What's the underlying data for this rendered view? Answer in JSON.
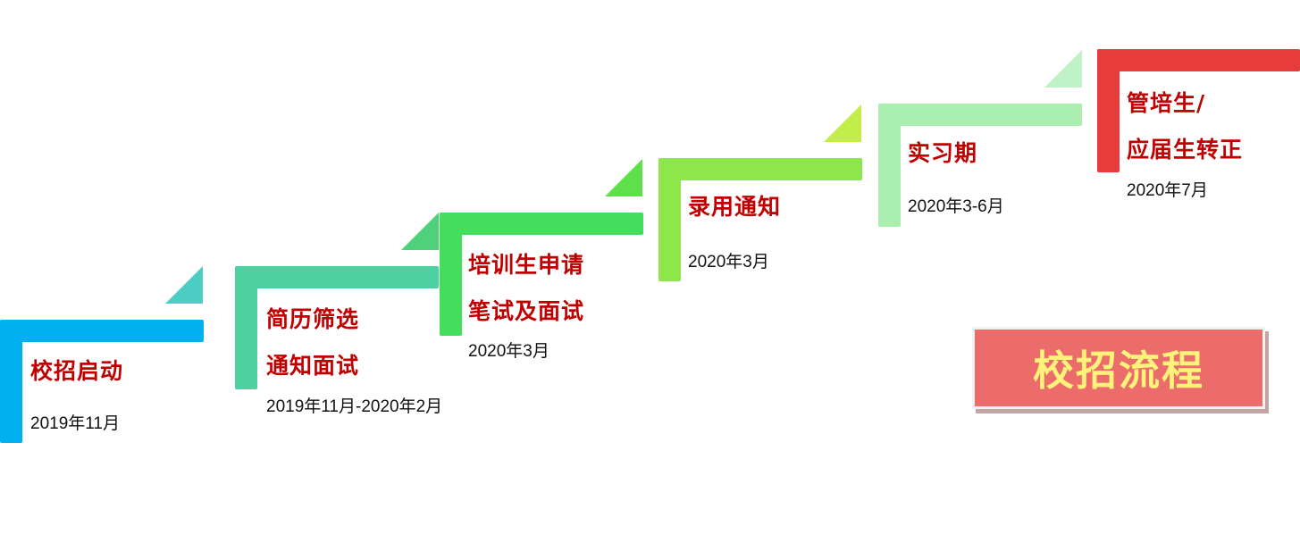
{
  "title": "校招流程",
  "colors": {
    "label_text": "#c00000",
    "title_box": "#ec6b6b",
    "title_text": "#fff37a"
  },
  "steps": [
    {
      "lines": [
        "校招启动"
      ],
      "date": "2019年11月",
      "bar_color": "#00b0f0",
      "tri_color": "#4ecdc4"
    },
    {
      "lines": [
        "简历筛选",
        "通知面试"
      ],
      "date": "2019年11月-2020年2月",
      "bar_color": "#4ed1a1",
      "tri_color": "#4ed17a"
    },
    {
      "lines": [
        "培训生申请",
        "笔试及面试"
      ],
      "date": "2020年3月",
      "bar_color": "#44dd5c",
      "tri_color": "#5ee04a"
    },
    {
      "lines": [
        "录用通知"
      ],
      "date": "2020年3月",
      "bar_color": "#8de64a",
      "tri_color": "#c3ee4a"
    },
    {
      "lines": [
        "实习期"
      ],
      "date": "2020年3-6月",
      "bar_color": "#aaefb0",
      "tri_color": "#bff2c6"
    },
    {
      "lines": [
        "管培生/",
        "应届生转正"
      ],
      "date": "2020年7月",
      "bar_color": "#e63c3c",
      "tri_color": null
    }
  ]
}
